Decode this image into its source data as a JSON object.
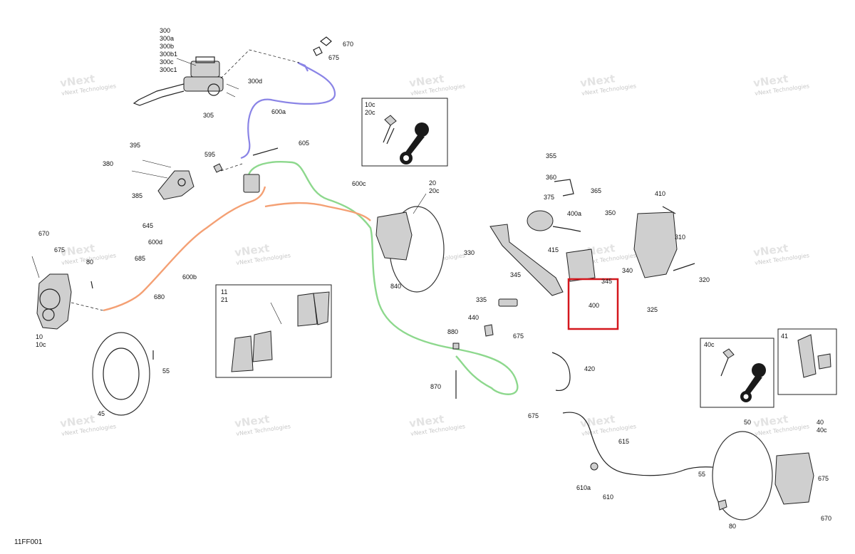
{
  "diagram_code": "11FF001",
  "watermark": {
    "line1": "vNext",
    "line2": "Technologies",
    "full": "vNext Technologies"
  },
  "labels": {
    "l300": "300",
    "l300a": "300a",
    "l300b": "300b",
    "l300b1": "300b1",
    "l300c": "300c",
    "l300c1": "300c1",
    "l305": "305",
    "l300d": "300d",
    "l670a": "670",
    "l675a": "675",
    "l600a": "600a",
    "l10c_20c_a": "10c",
    "l10c_20c_b": "20c",
    "l395": "395",
    "l380": "380",
    "l385": "385",
    "l595": "595",
    "l605": "605",
    "l600c": "600c",
    "l20": "20",
    "l20c": "20c",
    "l645": "645",
    "l600d": "600d",
    "l670b": "670",
    "l675b": "675",
    "l80a": "80",
    "l685": "685",
    "l600b": "600b",
    "l680": "680",
    "l10": "10",
    "l10c": "10c",
    "l55a": "55",
    "l45": "45",
    "l11": "11",
    "l21": "21",
    "l840": "840",
    "l355": "355",
    "l360": "360",
    "l365": "365",
    "l375": "375",
    "l400a": "400a",
    "l350": "350",
    "l410": "410",
    "l310": "310",
    "l330": "330",
    "l415": "415",
    "l340": "340",
    "l345a": "345",
    "l345b": "345",
    "l320": "320",
    "l335": "335",
    "l400": "400",
    "l325": "325",
    "l440": "440",
    "l880": "880",
    "l675c": "675",
    "l420": "420",
    "l870": "870",
    "l40c_box": "40c",
    "l41": "41",
    "l675d": "675",
    "l50": "50",
    "l40": "40",
    "l40c": "40c",
    "l615": "615",
    "l55b": "55",
    "l610a": "610a",
    "l610": "610",
    "l675e": "675",
    "l80b": "80",
    "l670c": "670"
  },
  "colors": {
    "highlight": "#d4171d",
    "blue_line": "#8a84e6",
    "green_line": "#8dd88d",
    "orange_line": "#f4a074"
  }
}
